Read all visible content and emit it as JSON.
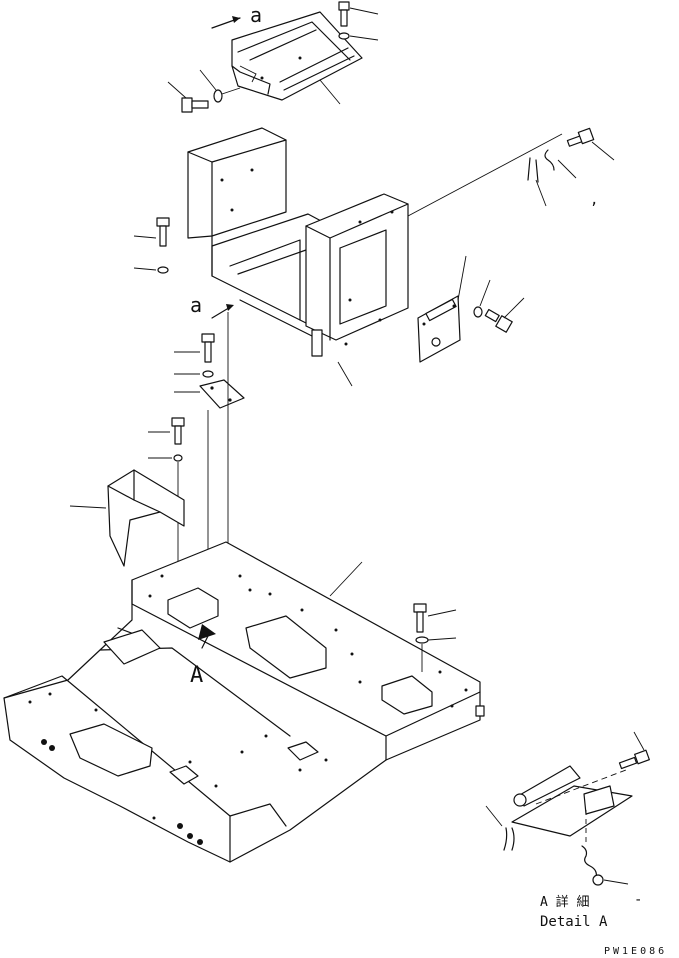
{
  "labels": {
    "view_arrow_top": "a",
    "view_arrow_mid": "a",
    "view_arrow_frame": "A",
    "detail_title_ja": "A 詳 細",
    "detail_title_en": "Detail A",
    "drawing_code": "PW1E086"
  },
  "icons": {
    "bolt": "bolt-icon",
    "washer": "washer-icon",
    "leader": "leader-line"
  }
}
